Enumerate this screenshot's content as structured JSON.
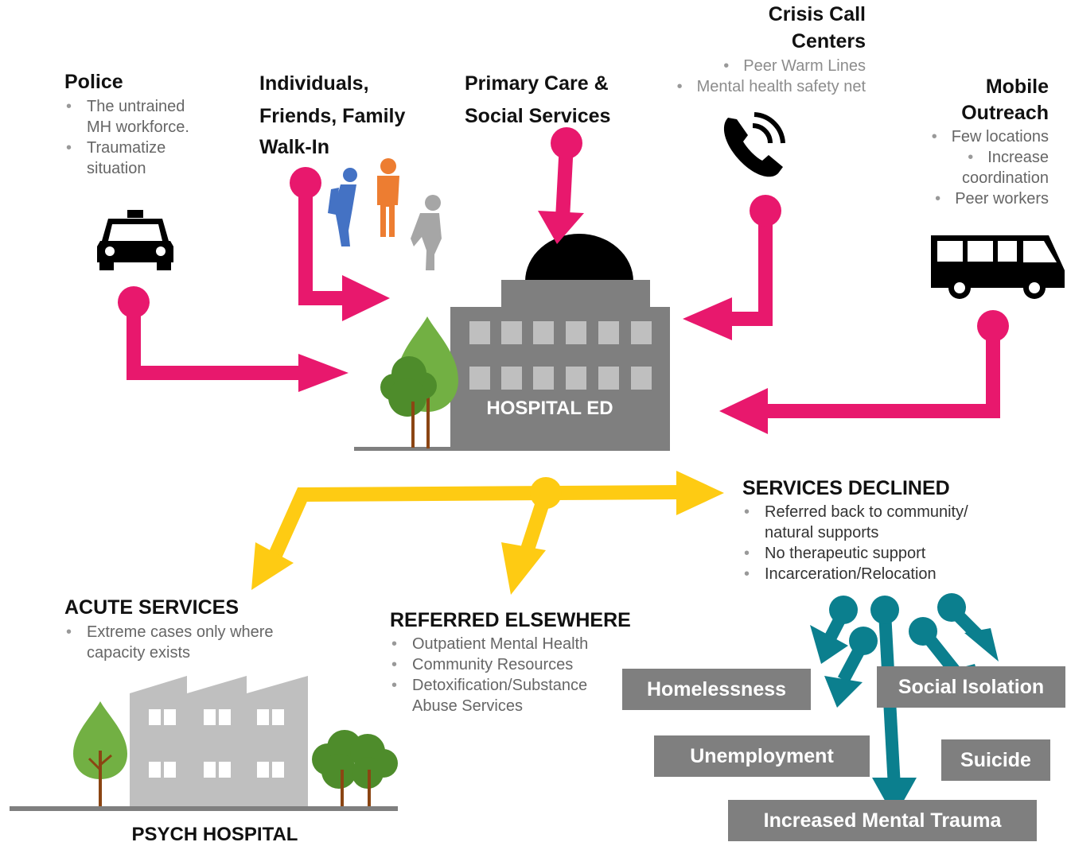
{
  "sources": {
    "police": {
      "title": "Police",
      "bullets": [
        "The untrained MH workforce.",
        "Traumatize situation"
      ]
    },
    "individuals": {
      "title_lines": [
        "Individuals,",
        "Friends, Family",
        "Walk-In"
      ]
    },
    "primary_care": {
      "title_lines": [
        "Primary Care &",
        "Social Services"
      ]
    },
    "crisis": {
      "title_lines": [
        "Crisis Call",
        "Centers"
      ],
      "bullets": [
        "Peer Warm Lines",
        "Mental health safety net"
      ]
    },
    "mobile": {
      "title_lines": [
        "Mobile",
        "Outreach"
      ],
      "bullets": [
        "Few locations",
        "Increase coordination",
        "Peer workers"
      ]
    }
  },
  "hospital": {
    "label": "HOSPITAL ED"
  },
  "outcomes": {
    "declined": {
      "title": "SERVICES DECLINED",
      "bullets": [
        "Referred back to community/ natural supports",
        "No therapeutic support",
        "Incarceration/Relocation"
      ]
    },
    "acute": {
      "title": "ACUTE SERVICES",
      "bullets": [
        "Extreme cases only where capacity exists"
      ]
    },
    "referred": {
      "title": "REFERRED ELSEWHERE",
      "bullets": [
        "Outpatient Mental Health",
        "Community Resources",
        "Detoxification/Substance Abuse Services"
      ]
    }
  },
  "psych_hospital": {
    "label": "PSYCH HOSPITAL"
  },
  "consequences": [
    "Homelessness",
    "Social Isolation",
    "Unemployment",
    "Suicide",
    "Increased Mental Trauma"
  ],
  "colors": {
    "intake_arrows": "#e8186d",
    "outcome_arrows": "#fecb13",
    "consequence_arrows": "#0b7f8e",
    "building_gray": "#7f7f7f",
    "box_gray": "#7f7f7f",
    "tree_light": "#72b043",
    "tree_dark": "#4e8c2b",
    "trunk": "#8b4513"
  }
}
